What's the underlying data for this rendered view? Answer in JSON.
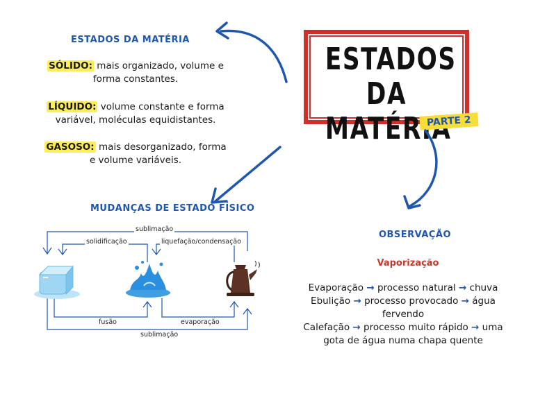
{
  "title": {
    "line1": "ESTADOS DA",
    "line2": "MATÉRIA",
    "badge": "PARTE 2"
  },
  "estados": {
    "heading": "ESTADOS DA MATÉRIA",
    "items": [
      {
        "label": "SÓLIDO:",
        "text1": "mais organizado, volume e",
        "text2": "forma constantes."
      },
      {
        "label": "LÍQUIDO:",
        "text1": "volume constante e forma",
        "text2": "variável, moléculas equidistantes."
      },
      {
        "label": "GASOSO:",
        "text1": "mais desorganizado, forma",
        "text2": "e volume variáveis."
      }
    ]
  },
  "mudancas": {
    "heading": "MUDANÇAS DE ESTADO FÍSICO",
    "labels": {
      "sublimacao_top": "sublimação",
      "solidificacao": "solidificação",
      "liquefacao": "liquefação/condensação",
      "fusao": "fusão",
      "evaporacao": "evaporação",
      "sublimacao_bottom": "sublimação"
    },
    "icons": [
      "ice-cube-icon",
      "water-splash-icon",
      "kettle-icon"
    ]
  },
  "observacao": {
    "heading": "OBSERVAÇÃO",
    "subheading": "Vaporização",
    "rows": [
      {
        "term": "Evaporação",
        "desc": "processo natural",
        "result": "chuva"
      },
      {
        "term": "Ebulição",
        "desc": "processo provocado",
        "result": "água",
        "extra": "fervendo"
      },
      {
        "term": "Calefação",
        "desc": "processo muito rápido",
        "result": "uma",
        "extra": "gota de água numa chapa quente"
      }
    ]
  },
  "colors": {
    "blue": "#1f56b0",
    "red": "#d0302b",
    "yellow": "#f6dd3a",
    "highlight": "#fbee5a",
    "vapor_red": "#c63a2b"
  }
}
